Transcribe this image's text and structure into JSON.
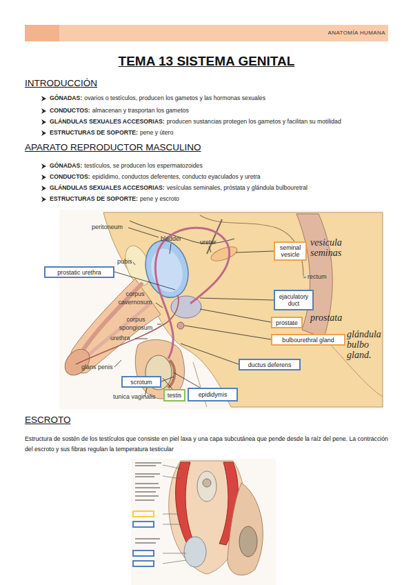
{
  "diagram": {
    "title": "TEMA 13 SISTEMA GENITAL",
    "nodes": [
      {
        "text": [
          "seminal vesicle"
        ]
      },
      {
        "text": [
          "prostatic urethra"
        ]
      },
      {
        "text": [
          "ejaculatory duct"
        ]
      },
      {
        "text": [
          "prostate"
        ]
      },
      {
        "text": [
          "bulbourethral gland"
        ]
      },
      {
        "text": [
          "ductus deferens"
        ]
      },
      {
        "text": [
          "scrotum"
        ]
      },
      {
        "text": [
          "testis"
        ]
      },
      {
        "text": [
          "epididymis"
        ]
      }
    ],
    "labels": [
      "ANATOMÍA HUMANA",
      "INTRODUCCIÓN",
      "GÓNADAS:",
      "ovarios o testículos, producen los gametos y las hormonas sexuales",
      "CONDUCTOS:",
      "almacenan y trasportan los gametos",
      "GLÁNDULAS SEXUALES ACCESORIAS:",
      "producen sustancias protegen los gametos y facilitan su motilidad",
      "ESTRUCTURAS DE SOPORTE:",
      "pene y útero",
      "APARATO REPRODUCTOR MASCULINO",
      "GÓNADAS:",
      "testículos, se producen los espermatozoides",
      "CONDUCTOS:",
      "epidídimo, conductos deferentes, conducto eyaculados y uretra",
      "GLÁNDULAS SEXUALES ACCESORIAS:",
      "vesículas seminales, próstata y glándula bulbouretral",
      "ESTRUCTURAS DE SOPORTE:",
      "pene y escroto",
      "peritoneum",
      "bladder",
      "ureter",
      "pubis",
      "corpus cavernosum",
      "corpus spongiosum",
      "urethra",
      "glans penis",
      "tunica vaginalis",
      "rectum",
      "vesicula seminas",
      "prostata",
      "glándula bulbo gland.",
      "ESCROTO",
      "Estructura de sostén de los testículos que consiste en piel laxa y una capa subcutánea que pende desde la raíz del pene. La contracción del escroto y sus fibras regulan la temperatura testicular"
    ]
  }
}
